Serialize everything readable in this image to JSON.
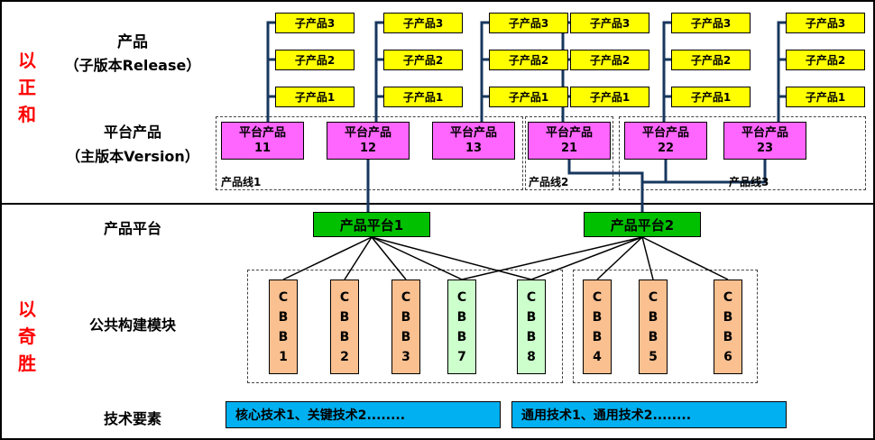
{
  "side_labels": {
    "top": "以正和",
    "bottom": "以奇胜"
  },
  "row_labels": {
    "product_title": "产品",
    "product_subtitle": "（子版本Release）",
    "platform_product_title": "平台产品",
    "platform_product_subtitle": "（主版本Version）",
    "product_platform": "产品平台",
    "cbb_section": "公共构建模块",
    "tech_section": "技术要素"
  },
  "product_groups": [
    {
      "platform_name": "平台产品",
      "platform_num": "11",
      "subs": [
        "子产品3",
        "子产品2",
        "子产品1"
      ]
    },
    {
      "platform_name": "平台产品",
      "platform_num": "12",
      "subs": [
        "子产品3",
        "子产品2",
        "子产品1"
      ]
    },
    {
      "platform_name": "平台产品",
      "platform_num": "13",
      "subs": [
        "子产品3",
        "子产品2",
        "子产品1"
      ]
    },
    {
      "platform_name": "平台产品",
      "platform_num": "21",
      "subs": [
        "子产品3",
        "子产品2",
        "子产品1"
      ]
    },
    {
      "platform_name": "平台产品",
      "platform_num": "22",
      "subs": [
        "子产品3",
        "子产品2",
        "子产品1"
      ]
    },
    {
      "platform_name": "平台产品",
      "platform_num": "23",
      "subs": [
        "子产品3",
        "子产品2",
        "子产品1"
      ]
    }
  ],
  "product_lines": [
    {
      "label": "产品线1"
    },
    {
      "label": "产品线2"
    },
    {
      "label": "产品线3"
    }
  ],
  "platforms": [
    {
      "label": "产品平台1"
    },
    {
      "label": "产品平台2"
    }
  ],
  "cbb_boxes": [
    {
      "label": "CBB1",
      "color": "#FAC090"
    },
    {
      "label": "CBB2",
      "color": "#FAC090"
    },
    {
      "label": "CBB3",
      "color": "#FAC090"
    },
    {
      "label": "CBB7",
      "color": "#CCFFCC"
    },
    {
      "label": "CBB8",
      "color": "#CCFFCC"
    },
    {
      "label": "CBB4",
      "color": "#FAC090"
    },
    {
      "label": "CBB5",
      "color": "#FAC090"
    },
    {
      "label": "CBB6",
      "color": "#FAC090"
    }
  ],
  "tech_boxes": [
    {
      "label": "核心技术1、关键技术2........"
    },
    {
      "label": "通用技术1、通用技术2........"
    }
  ],
  "colors": {
    "sub_product": "#FFFF00",
    "platform_product": "#FF66FF",
    "product_platform": "#00C000",
    "cbb_orange": "#FAC090",
    "cbb_green": "#CCFFCC",
    "tech": "#00B0F0",
    "connector": "#17375E",
    "accent_red": "#FF0000"
  }
}
